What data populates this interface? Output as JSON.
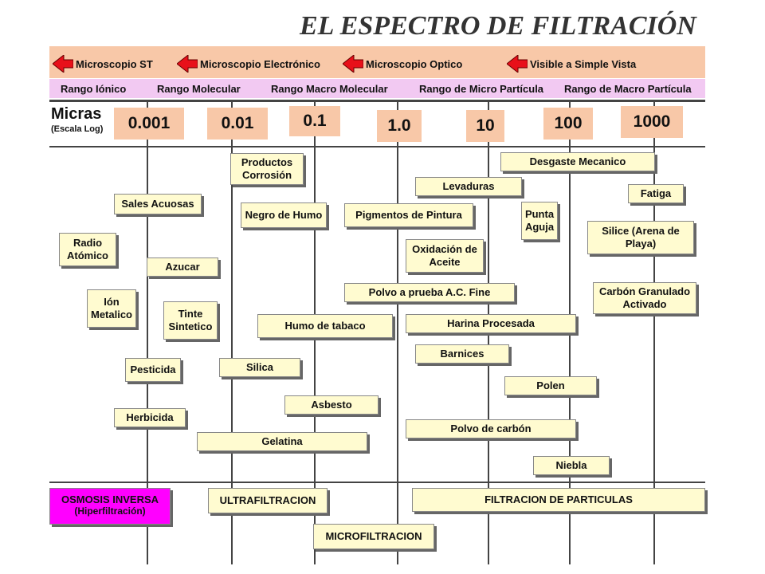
{
  "title": "EL ESPECTRO DE FILTRACIÓN",
  "colors": {
    "scope_band": "#f8c8a8",
    "range_band": "#f2c9f2",
    "box_fill": "#fffbd0",
    "osmosis_fill": "#ff00ff",
    "arrow_red": "#e8101a"
  },
  "scopes": [
    {
      "label": "Microscopio ST",
      "icon": "red-arrow-icon"
    },
    {
      "label": "Microscopio Electrónico",
      "icon": "red-arrow-icon"
    },
    {
      "label": "Microscopio  Optico",
      "icon": "red-arrow-icon"
    },
    {
      "label": "Visible a Simple Vista",
      "icon": "red-arrow-icon"
    }
  ],
  "ranges": [
    "Rango Iónico",
    "Rango Molecular",
    "Rango Macro Molecular",
    "Rango de Micro Partícula",
    "Rango de Macro Partícula"
  ],
  "axis": {
    "label": "Micras",
    "scale": "(Escala Log)",
    "ticks": [
      "0.001",
      "0.01",
      "0.1",
      "1.0",
      "10",
      "100",
      "1000"
    ]
  },
  "items": [
    {
      "text": "Productos Corrosión"
    },
    {
      "text": "Desgaste Mecanico"
    },
    {
      "text": "Levaduras"
    },
    {
      "text": "Fatiga"
    },
    {
      "text": "Sales Acuosas"
    },
    {
      "text": "Negro de Humo"
    },
    {
      "text": "Pigmentos de Pintura"
    },
    {
      "text": "Punta Aguja"
    },
    {
      "text": "Radio Atómico"
    },
    {
      "text": "Silice (Arena de Playa)"
    },
    {
      "text": "Oxidación de Aceite"
    },
    {
      "text": "Azucar"
    },
    {
      "text": "Polvo a prueba A.C. Fine"
    },
    {
      "text": "Ión Metalico"
    },
    {
      "text": "Tinte Sintetico"
    },
    {
      "text": "Carbón Granulado Activado"
    },
    {
      "text": "Humo de tabaco"
    },
    {
      "text": "Harina Procesada"
    },
    {
      "text": "Barnices"
    },
    {
      "text": "Pesticida"
    },
    {
      "text": "Silica"
    },
    {
      "text": "Polen"
    },
    {
      "text": "Asbesto"
    },
    {
      "text": "Herbicida"
    },
    {
      "text": "Polvo de carbón"
    },
    {
      "text": "Gelatina"
    },
    {
      "text": "Niebla"
    }
  ],
  "processes": {
    "osmosis": {
      "title": "OSMOSIS INVERSA",
      "subtitle": "(Hiperfiltración)"
    },
    "ultrafiltracion": "ULTRAFILTRACION",
    "filtracion": "FILTRACION DE PARTICULAS",
    "microfiltracion": "MICROFILTRACION"
  }
}
